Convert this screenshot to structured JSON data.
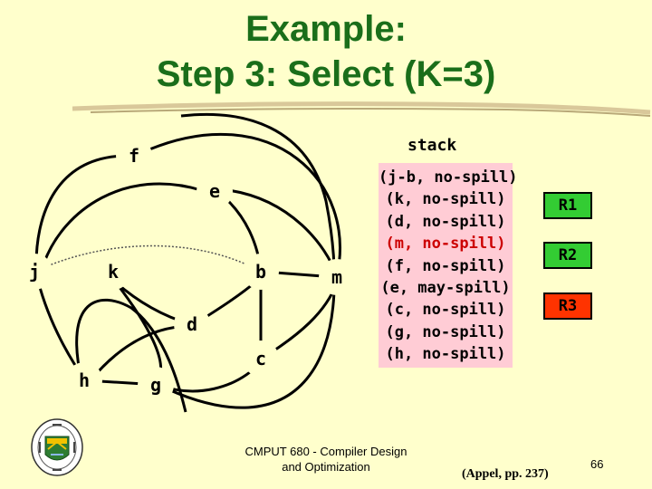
{
  "title": {
    "line1": "Example:",
    "line2": "Step 3: Select (K=3)"
  },
  "graph": {
    "nodes": {
      "f": "f",
      "e": "e",
      "j": "j",
      "k": "k",
      "b": "b",
      "m": "m",
      "d": "d",
      "c": "c",
      "h": "h",
      "g": "g"
    }
  },
  "stack": {
    "heading": "stack",
    "items": [
      "(j-b, no-spill)",
      "(k, no-spill)",
      "(d, no-spill)",
      "(m, no-spill)",
      "(f, no-spill)",
      "(e, may-spill)",
      "(c, no-spill)",
      "(g, no-spill)",
      "(h, no-spill)"
    ]
  },
  "registers": [
    {
      "label": "R1",
      "color": "#33cc33"
    },
    {
      "label": "R2",
      "color": "#33cc33"
    },
    {
      "label": "R3",
      "color": "#ff3300"
    }
  ],
  "colors": {
    "title": "#1a6e1a",
    "background": "#ffffcc",
    "stack_box": "#ffccd5",
    "highlight": "#cc0000"
  },
  "footer": {
    "course_line1": "CMPUT 680 - Compiler Design",
    "course_line2": "and Optimization",
    "citation": "(Appel, pp. 237)",
    "page_number": "66"
  }
}
